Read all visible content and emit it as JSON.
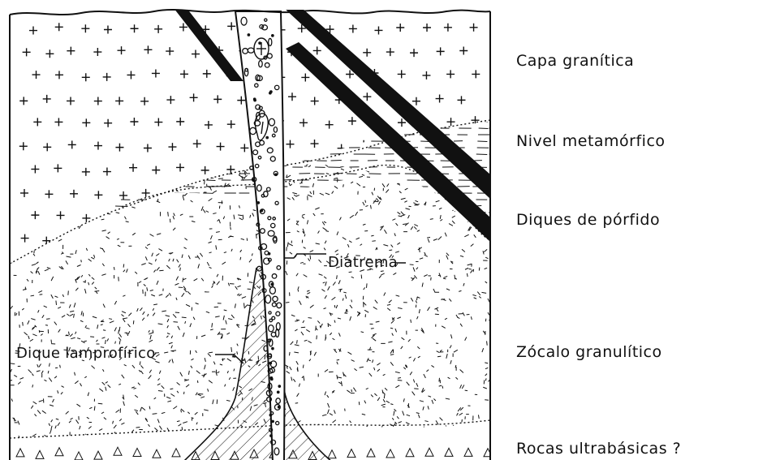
{
  "legend": {
    "capa": "Capa granítica",
    "nivel": "Nivel metamórfico",
    "diques": "Diques de pórfido",
    "zocalo": "Zócalo granulítico",
    "rocas": "Rocas ultrabásicas ?"
  },
  "callouts": {
    "diatrema": "Diatrema",
    "dique": "Dique lamprofírico"
  },
  "colors": {
    "ink": "#111111",
    "background": "#ffffff"
  }
}
